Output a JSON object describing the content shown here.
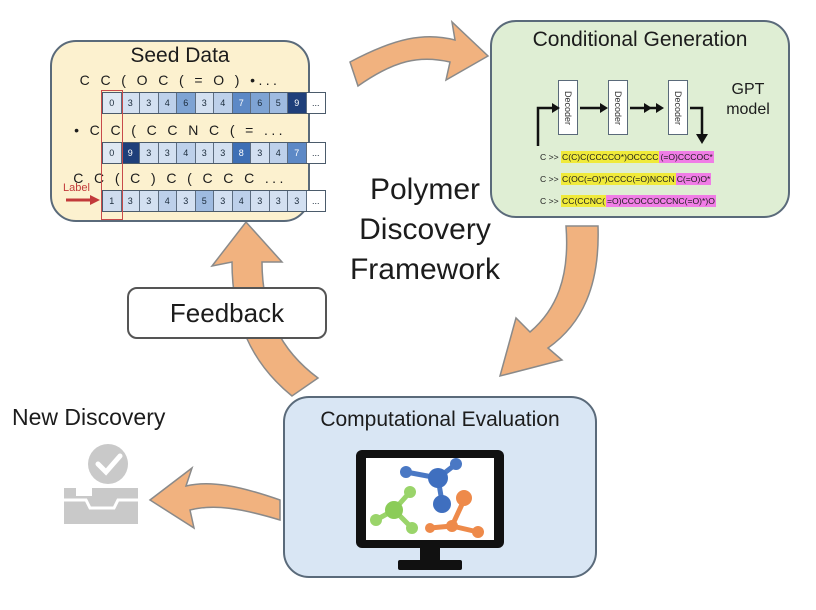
{
  "framework": {
    "label_line1": "Polymer",
    "label_line2": "Discovery",
    "label_line3": "Framework"
  },
  "seed_data": {
    "title": "Seed Data",
    "smiles_rows": [
      {
        "smiles": "C C ( O C ( = O ) •...",
        "tokens": [
          "0",
          "3",
          "3",
          "4",
          "6",
          "3",
          "4",
          "7",
          "6",
          "5",
          "9",
          "..."
        ]
      },
      {
        "smiles": "• C C ( C C N C ( = ...",
        "tokens": [
          "0",
          "9",
          "3",
          "3",
          "4",
          "3",
          "3",
          "8",
          "3",
          "4",
          "7",
          "..."
        ]
      },
      {
        "smiles": "C C ( C ) C ( C C C ...",
        "tokens": [
          "1",
          "3",
          "3",
          "4",
          "3",
          "5",
          "3",
          "4",
          "3",
          "3",
          "3",
          "..."
        ]
      }
    ],
    "label_marker": "Label"
  },
  "generation": {
    "title": "Conditional Generation",
    "decoder_label": "Decoder",
    "model_line1": "GPT",
    "model_line2": "model",
    "lines": [
      {
        "prefix": "C >> ",
        "body": "C(C)C(CCCCO*)OCCCC",
        "tail": "(=O)CCCOC*"
      },
      {
        "prefix": "C >> ",
        "body": "C(OC(=O)*)CCCC(=O)NCCN",
        "tail": "C(=O)O*"
      },
      {
        "prefix": "C >> ",
        "body": "CC(CCNC(",
        "tail": "=O)CCOCCOCCNC(=O)*)O"
      }
    ]
  },
  "feedback": {
    "label": "Feedback"
  },
  "evaluation": {
    "title": "Computational Evaluation"
  },
  "discovery": {
    "label": "New Discovery"
  },
  "colors": {
    "arrow": "#f1b27f",
    "arrow_outline": "#7a7a7a",
    "seed_fill": "#fcf1cf",
    "gen_fill": "#dfeed4",
    "eval_fill": "#d9e6f4",
    "token_dark": "#1f3f7a",
    "token_light": "#e7eef7"
  },
  "icons": [
    "decoder-block",
    "monitor-icon",
    "molecule-graph-icon",
    "inbox-check-icon"
  ]
}
